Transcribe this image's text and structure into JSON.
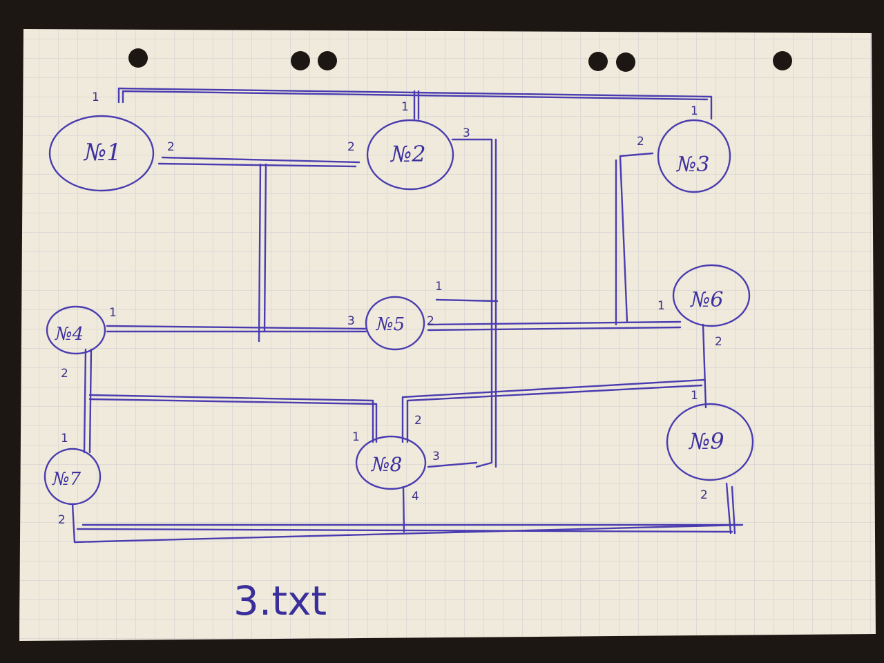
{
  "paper_color": "#efeadb",
  "ink_color": "#4a3cb0",
  "grid_color": "#c9c8cf",
  "nodes": [
    {
      "label": "№1",
      "ports": [
        "1",
        "2"
      ]
    },
    {
      "label": "№2",
      "ports": [
        "1",
        "2",
        "3"
      ]
    },
    {
      "label": "№3",
      "ports": [
        "1",
        "2"
      ]
    },
    {
      "label": "№4",
      "ports": [
        "1",
        "2"
      ]
    },
    {
      "label": "№5",
      "ports": [
        "1",
        "2",
        "3"
      ]
    },
    {
      "label": "№6",
      "ports": [
        "1",
        "2"
      ]
    },
    {
      "label": "№7",
      "ports": [
        "1",
        "2"
      ]
    },
    {
      "label": "№8",
      "ports": [
        "1",
        "2",
        "3",
        "4"
      ]
    },
    {
      "label": "№9",
      "ports": [
        "1",
        "2"
      ]
    }
  ],
  "title": "3.txt"
}
